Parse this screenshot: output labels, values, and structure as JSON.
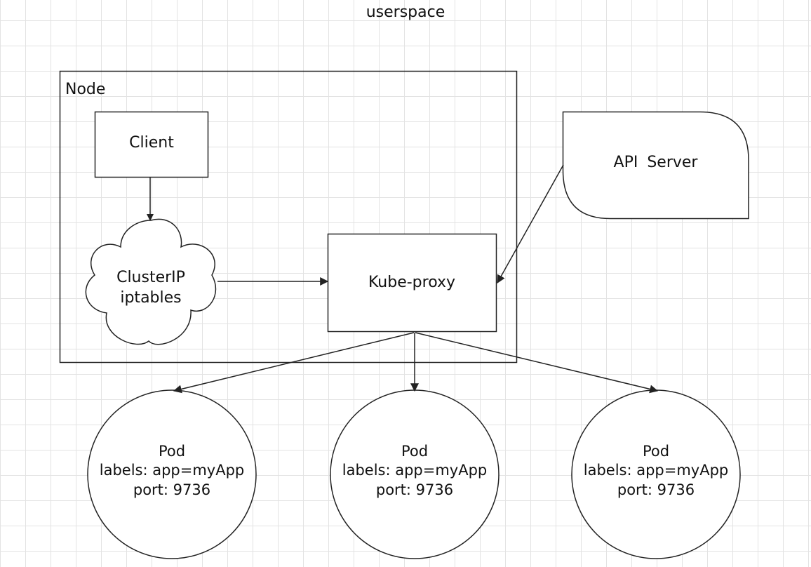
{
  "title": "userspace",
  "node": {
    "label": "Node"
  },
  "client": {
    "label": "Client"
  },
  "cluster": {
    "line1": "ClusterIP",
    "line2": "iptables"
  },
  "kube_proxy": {
    "label": "Kube-proxy"
  },
  "api_server": {
    "label": "API Server"
  },
  "pods": [
    {
      "title": "Pod",
      "labels": "labels: app=myApp",
      "port": "port: 9736"
    },
    {
      "title": "Pod",
      "labels": "labels: app=myApp",
      "port": "port: 9736"
    },
    {
      "title": "Pod",
      "labels": "labels: app=myApp",
      "port": "port: 9736"
    }
  ],
  "colors": {
    "stroke": "#222222",
    "grid": "#e3e3e3",
    "background": "#ffffff"
  }
}
